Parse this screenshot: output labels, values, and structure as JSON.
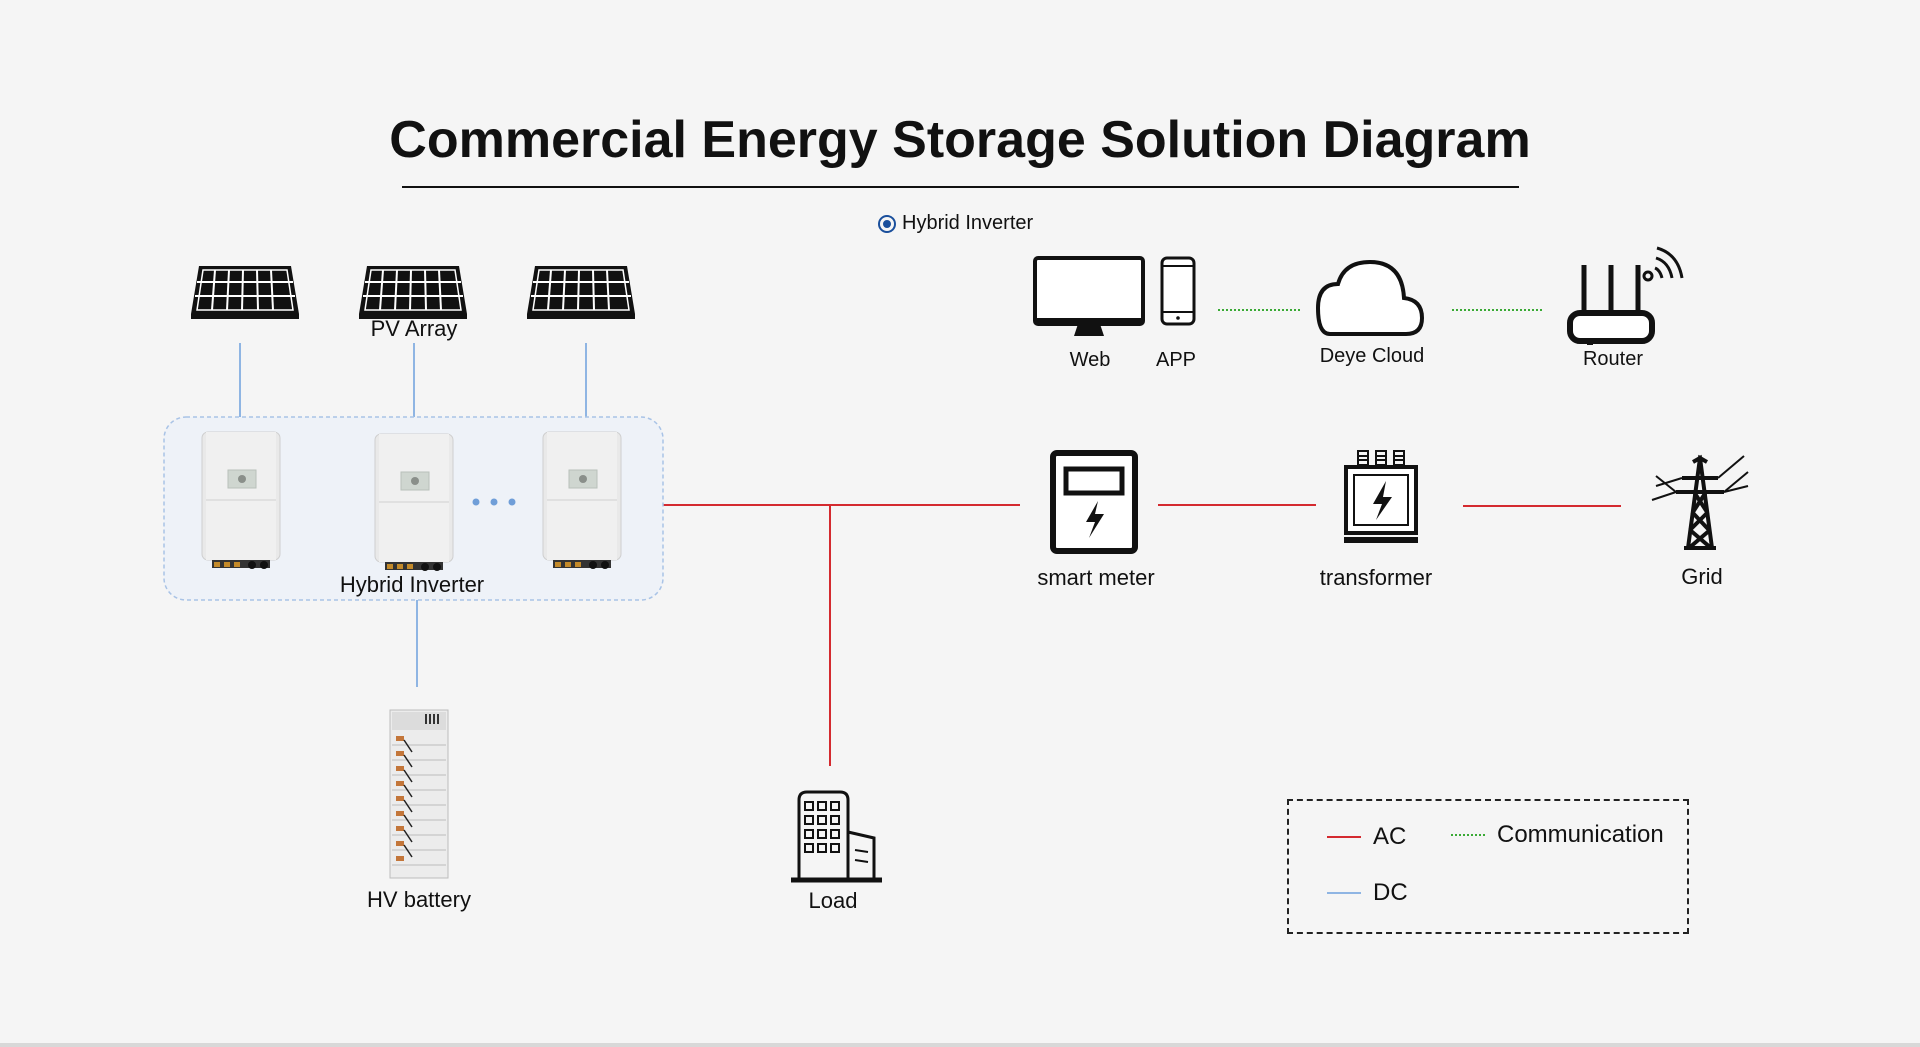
{
  "title": "Commercial Energy Storage Solution Diagram",
  "header_tag": "Hybrid Inverter",
  "labels": {
    "pv_array": "PV Array",
    "hybrid_inverter": "Hybrid Inverter",
    "hv_battery": "HV battery",
    "load": "Load",
    "web": "Web",
    "app": "APP",
    "cloud": "Deye Cloud",
    "router": "Router",
    "smart_meter": "smart meter",
    "transformer": "transformer",
    "grid": "Grid"
  },
  "legend": {
    "ac": "AC",
    "dc": "DC",
    "communication": "Communication"
  },
  "colors": {
    "ac": "#d42a2f",
    "dc": "#8fb5e3",
    "communication": "#3aaa35",
    "accent": "#1a4f9c"
  },
  "icons": [
    "solar-panel-icon",
    "inverter-icon",
    "battery-rack-icon",
    "building-icon",
    "monitor-icon",
    "phone-icon",
    "cloud-icon",
    "router-icon",
    "smart-meter-icon",
    "transformer-icon",
    "pylon-icon"
  ]
}
